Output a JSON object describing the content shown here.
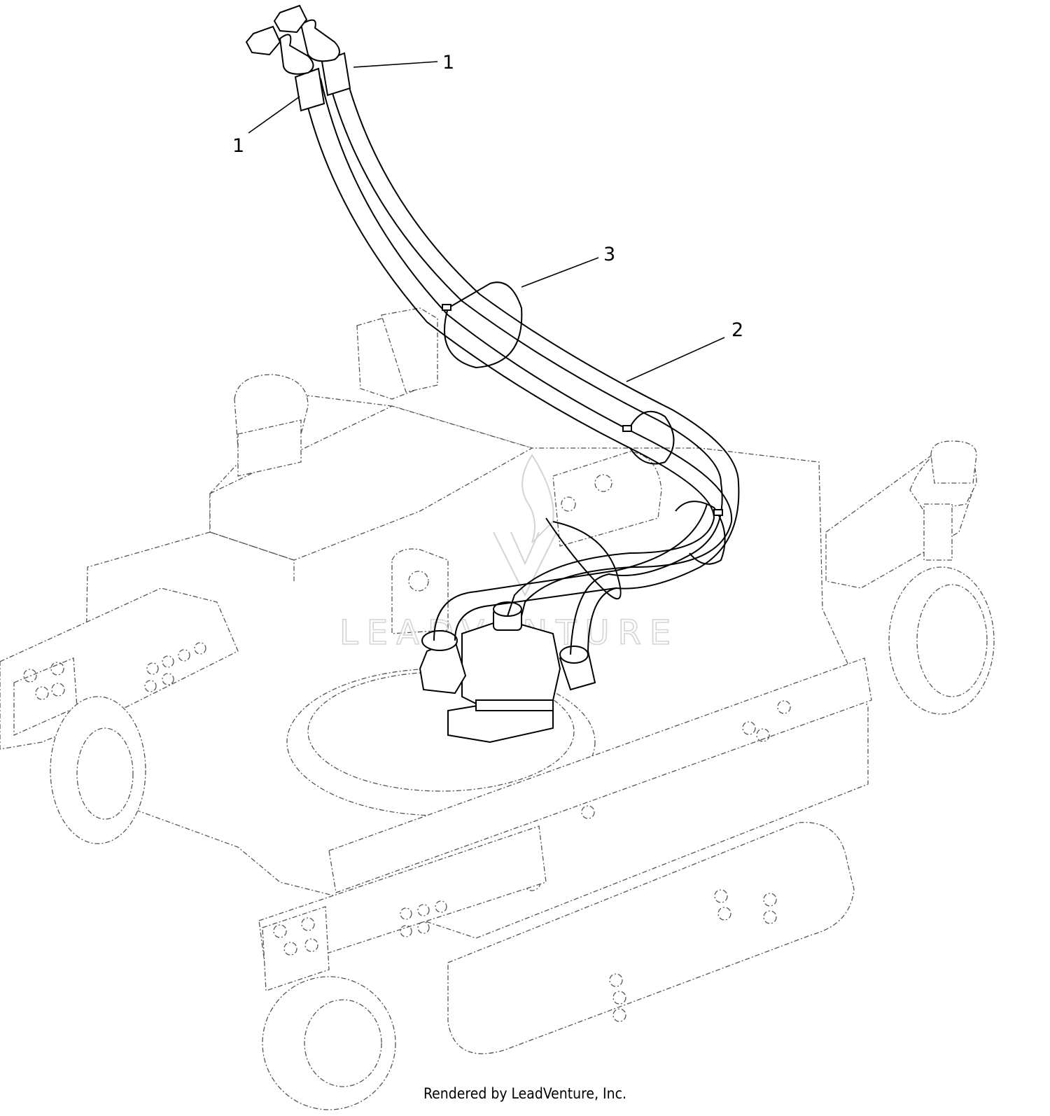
{
  "callouts": [
    {
      "id": "1a",
      "label": "1"
    },
    {
      "id": "1b",
      "label": "1"
    },
    {
      "id": "3",
      "label": "3"
    },
    {
      "id": "2",
      "label": "2"
    }
  ],
  "watermark": {
    "text": "LEADVENTURE"
  },
  "footer": {
    "text": "Rendered by LeadVenture, Inc."
  },
  "colors": {
    "part_lines": "#000000",
    "ghost_lines": "#555555",
    "watermark": "#d4d4d4"
  }
}
